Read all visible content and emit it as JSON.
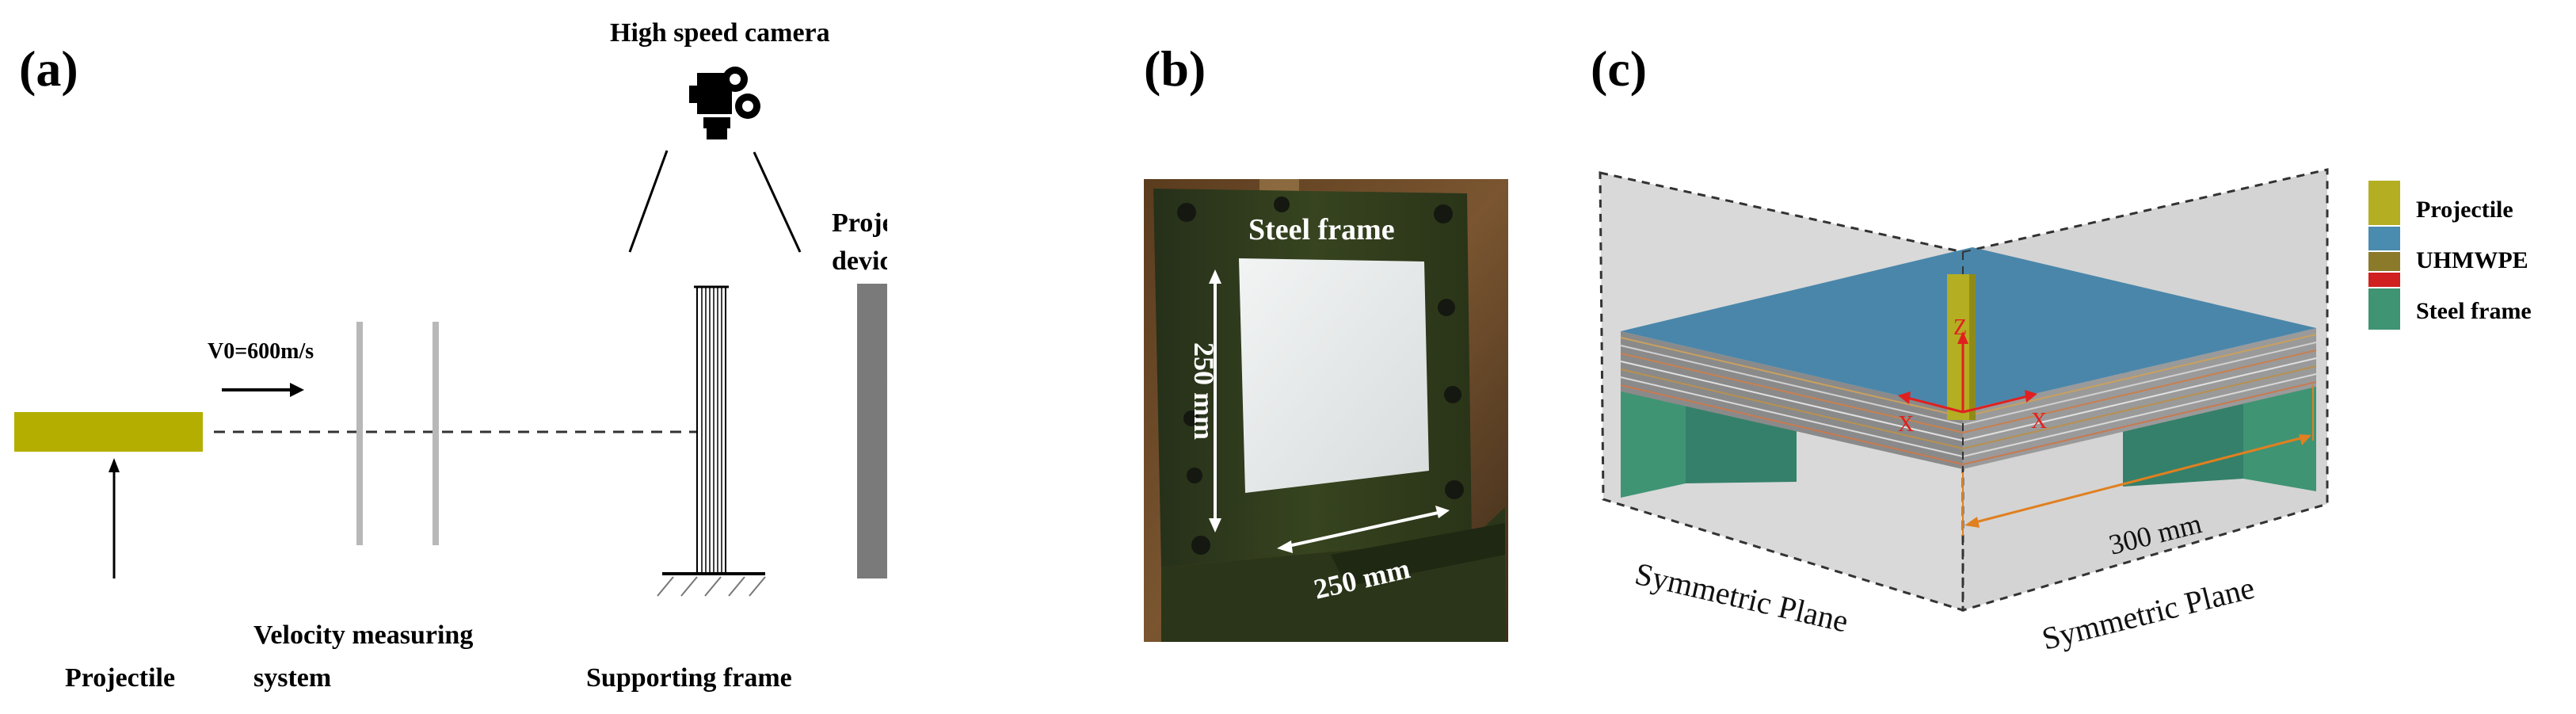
{
  "figure": {
    "panel_a": {
      "letter": "(a)",
      "camera_label": "High speed camera",
      "velocity_label": "V0=600m/s",
      "recovery_label_line1": "Projectile recovery",
      "recovery_label_line2": "device",
      "projectile_label": "Projectile",
      "velocity_system_line1": "Velocity measuring",
      "velocity_system_line2": "system",
      "supporting_label": "Supporting frame",
      "colors": {
        "projectile": "#b4ae00",
        "recovery": "#7a7a7a",
        "lines": "#000000",
        "gates": "#b8b8b8"
      }
    },
    "panel_b": {
      "letter": "(b)",
      "frame_label": "Steel frame",
      "vertical_dim": "250 mm",
      "horizontal_dim": "250 mm",
      "colors": {
        "frame": "#2f3a18",
        "target": "#e6eaea",
        "dim": "#ffffff"
      }
    },
    "panel_c": {
      "letter": "(c)",
      "dimension": "300 mm",
      "axis_z": "Z",
      "axis_x_left": "X",
      "axis_x_right": "X",
      "plane_left": "Symmetric Plane",
      "plane_right": "Symmetric Plane",
      "legend": [
        {
          "label": "Projectile",
          "colors": [
            "#b4ae22"
          ]
        },
        {
          "label": "UHMWPE",
          "colors": [
            "#4a8bb0",
            "#8b7a2a",
            "#d02020"
          ]
        },
        {
          "label": "Steel frame",
          "colors": [
            "#3f9474"
          ]
        }
      ],
      "colors": {
        "top": "#4a86aa",
        "frame": "#3f9474",
        "projectile": "#b4ae22",
        "plane": "#d9d9d9",
        "dim": "#e08020",
        "axis": "#e02020"
      }
    }
  }
}
